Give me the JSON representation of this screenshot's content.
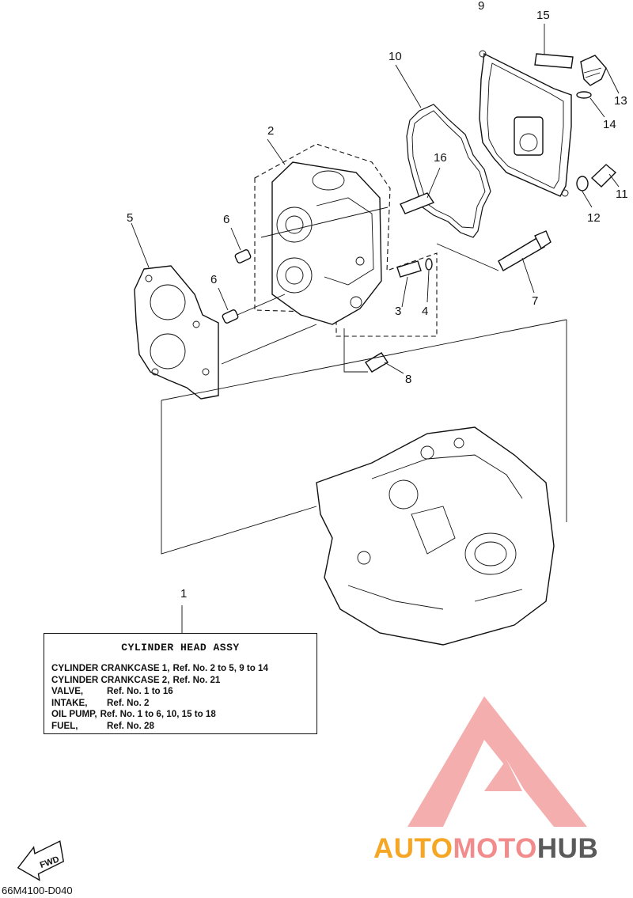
{
  "callouts": {
    "c1": "1",
    "c2": "2",
    "c3": "3",
    "c4": "4",
    "c5": "5",
    "c6a": "6",
    "c6b": "6",
    "c7": "7",
    "c8": "8",
    "c9": "9",
    "c10": "10",
    "c11": "11",
    "c12": "12",
    "c13": "13",
    "c14": "14",
    "c15": "15",
    "c16": "16"
  },
  "legend": {
    "title": "CYLINDER HEAD  ASSY",
    "rows": [
      {
        "key": "CYLINDER CRANKCASE 1,",
        "value": "Ref. No. 2 to 5, 9 to 14"
      },
      {
        "key": "CYLINDER CRANKCASE 2,",
        "value": "Ref. No. 21"
      },
      {
        "key": "VALVE,",
        "value": "Ref. No. 1 to 16"
      },
      {
        "key": "INTAKE,",
        "value": "Ref. No. 2"
      },
      {
        "key": "OIL PUMP,",
        "value": "Ref. No. 1 to 6, 10, 15 to 18"
      },
      {
        "key": "FUEL,",
        "value": "Ref. No. 28"
      }
    ]
  },
  "fwd_label": "FWD",
  "diagram_code": "66M4100-D040",
  "watermark": {
    "part1": "AUTO",
    "part2": "MOTO",
    "part3": "HUB",
    "colors": {
      "auto": "#f5a623",
      "moto": "#f28c8c",
      "hub": "#5a5a5a",
      "logo": "#f4a0a0"
    }
  }
}
